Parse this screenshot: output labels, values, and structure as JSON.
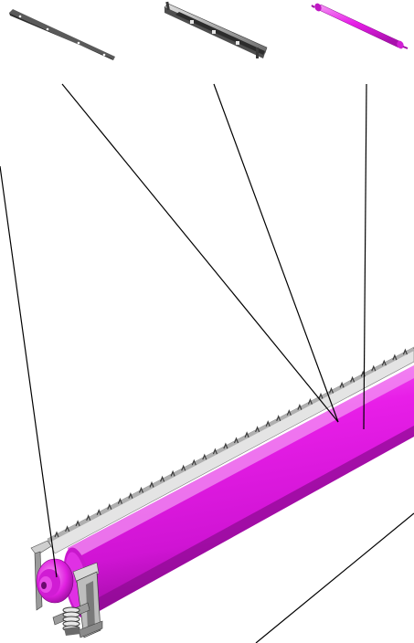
{
  "diagram": {
    "kind": "exploded-parts-illustration",
    "parts": [
      {
        "name": "flat-strip-part"
      },
      {
        "name": "toothed-bracket-part"
      },
      {
        "name": "roller-shaft-part"
      },
      {
        "name": "roller-assembly"
      },
      {
        "name": "end-cap-hub"
      },
      {
        "name": "spring-bracket"
      },
      {
        "name": "toothed-edge-strip"
      }
    ],
    "colors": {
      "roller": "#e81ee8",
      "roller_shadow": "#b010b4",
      "roller_highlight": "#f680f6",
      "metal": "#8e8e8e",
      "metal_dark": "#4a4a4a",
      "metal_light": "#d8d8d8",
      "leader_line": "#000000",
      "background": "#ffffff"
    }
  }
}
